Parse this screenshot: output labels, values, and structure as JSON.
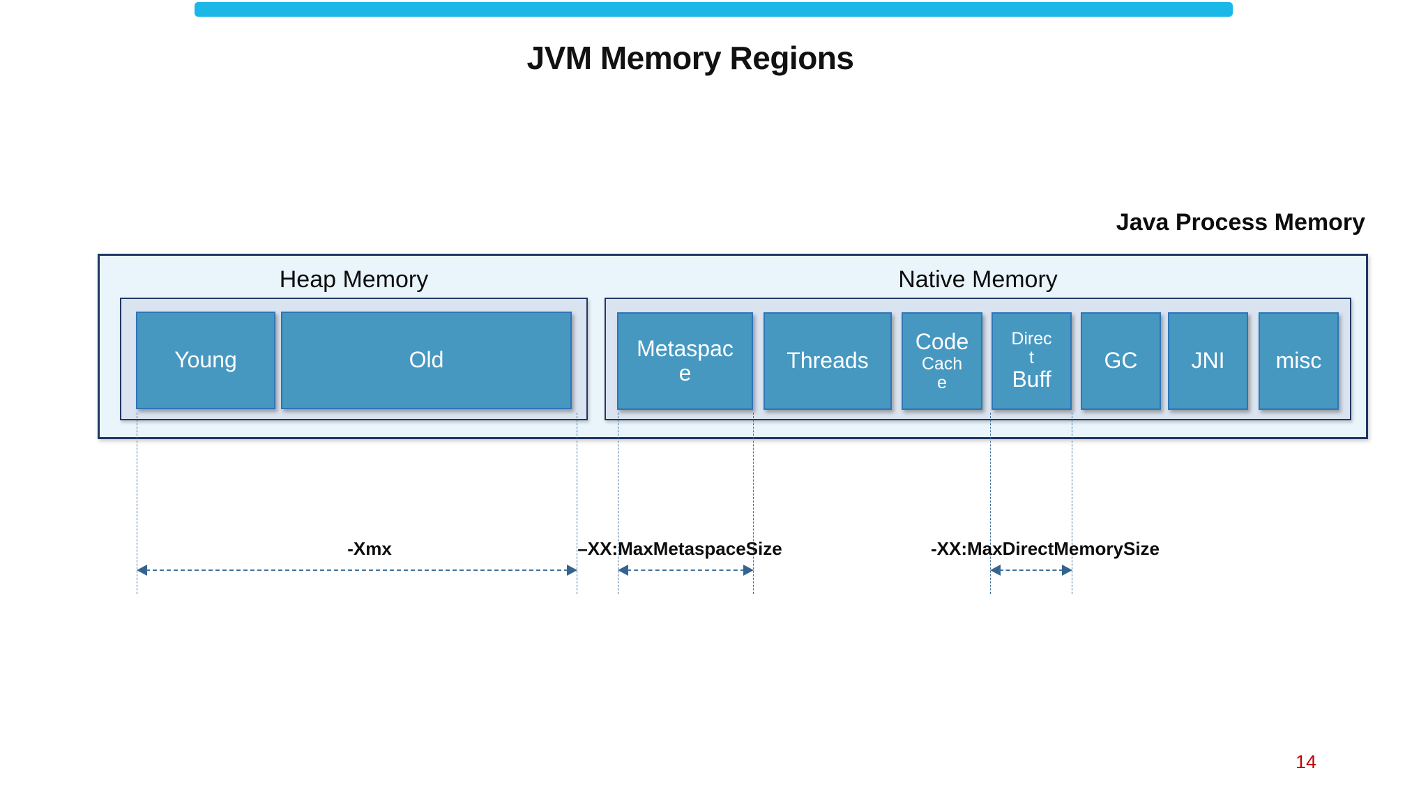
{
  "slide": {
    "title": "JVM Memory Regions",
    "process_memory_label": "Java Process Memory",
    "page_number": "14"
  },
  "heap": {
    "label": "Heap Memory",
    "boxes": [
      {
        "label": "Young"
      },
      {
        "label": "Old"
      }
    ]
  },
  "native": {
    "label": "Native Memory",
    "boxes": [
      {
        "label": "Metaspac\ne"
      },
      {
        "label": "Threads"
      },
      {
        "label_main": "Code",
        "label_small": "Cach\ne"
      },
      {
        "label_small": "Direc\nt",
        "label_main": "Buff"
      },
      {
        "label": "GC"
      },
      {
        "label": "JNI"
      },
      {
        "label": "misc"
      }
    ]
  },
  "annotations": {
    "xmx": "-Xmx",
    "metaspace_size": "–XX:MaxMetaspaceSize",
    "direct_memory_size": "-XX:MaxDirectMemorySize"
  },
  "colors": {
    "accent_bar": "#1bb7e6",
    "region_fill": "#4698c1",
    "region_border": "#2e75b6",
    "group_fill": "#dae3f0",
    "group_border": "#203864",
    "container_fill": "#e9f5fb",
    "container_border": "#1f3864",
    "annotation": "#41719c",
    "page_number": "#c00000"
  }
}
